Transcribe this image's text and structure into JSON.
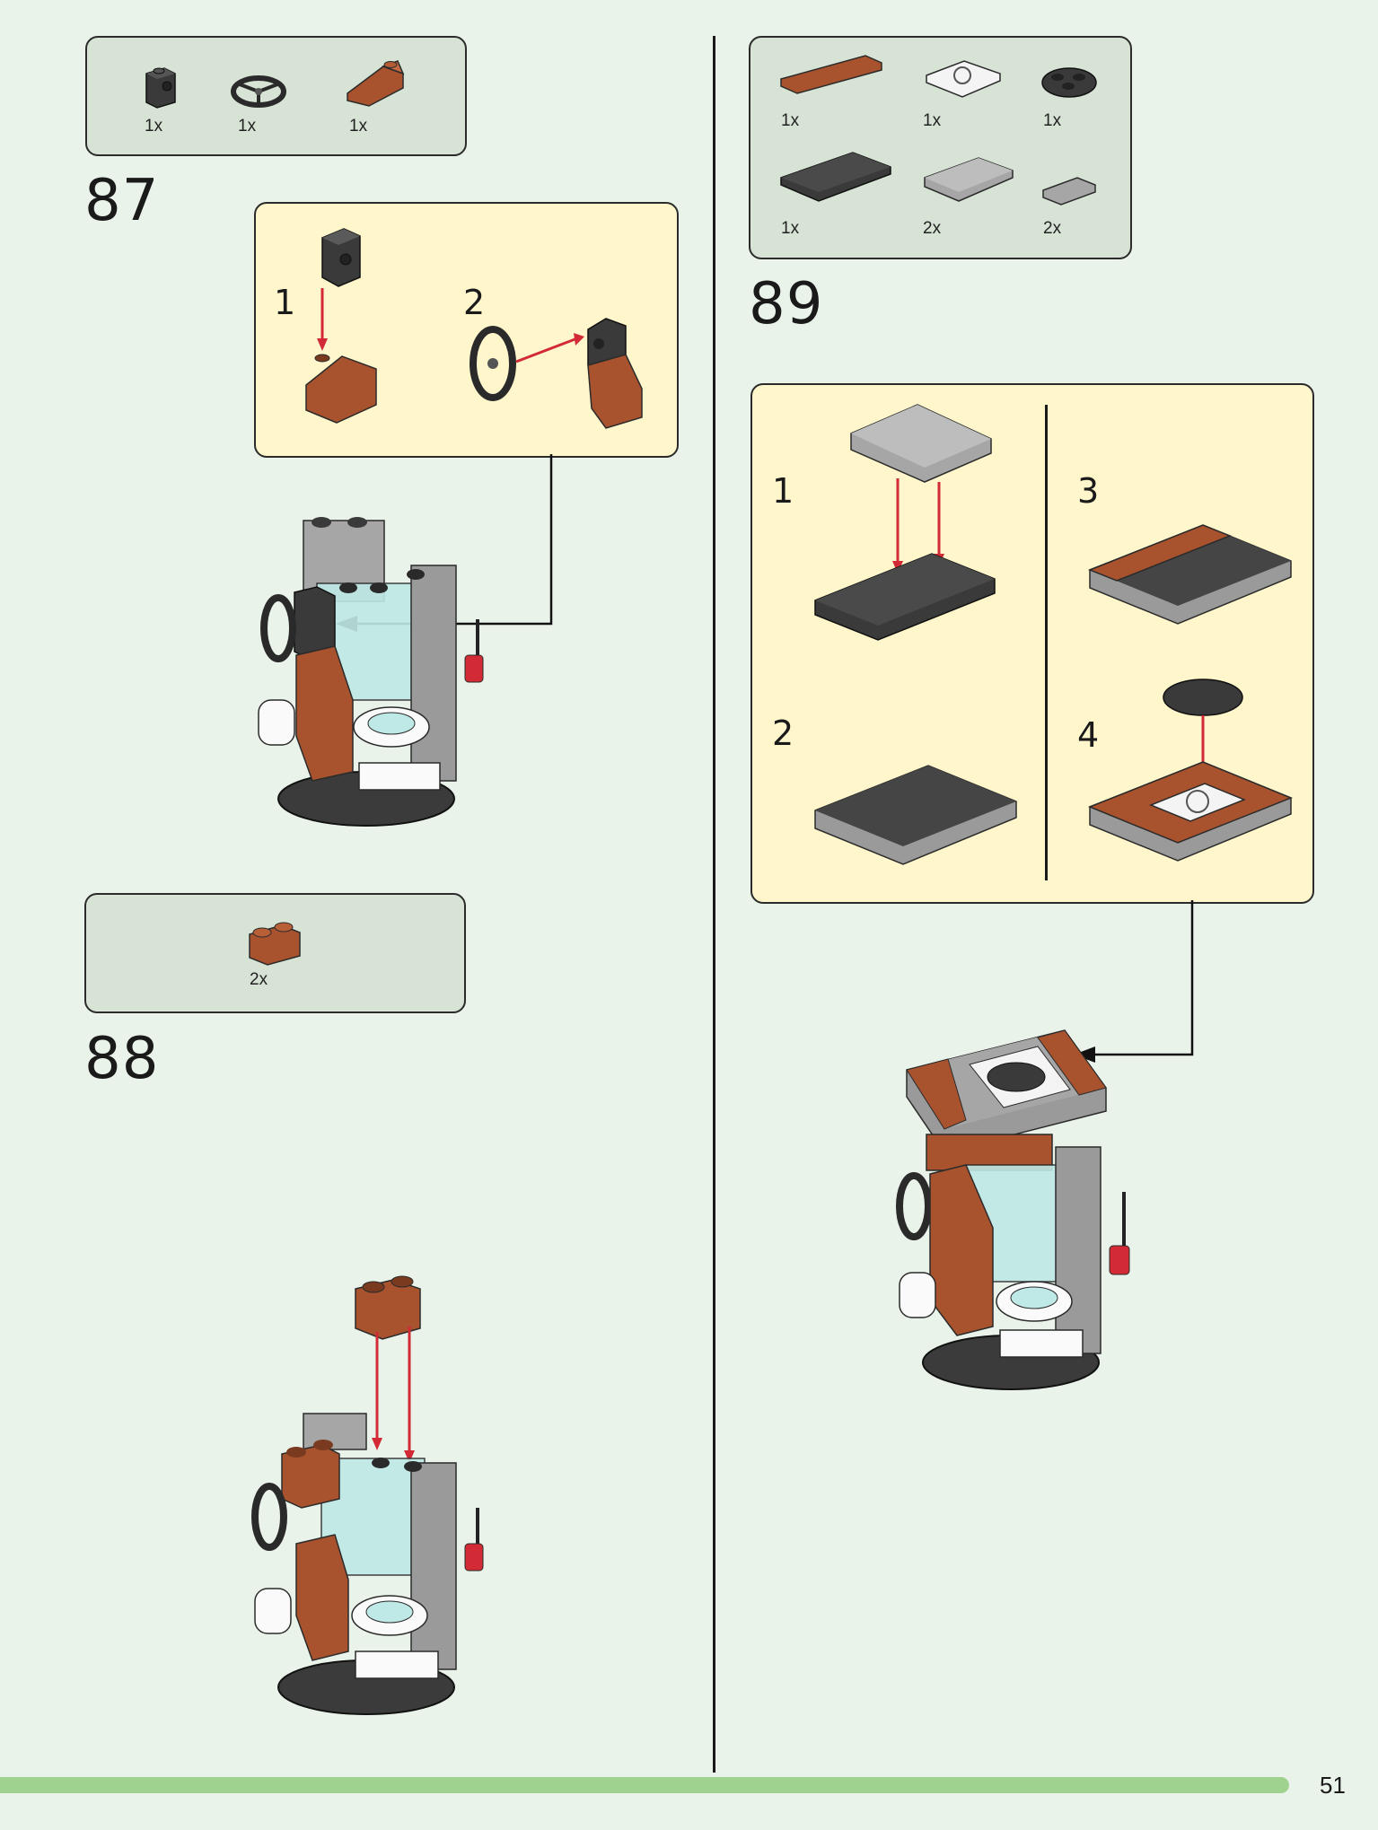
{
  "page_number": "51",
  "steps": [
    {
      "number": "87",
      "parts": [
        {
          "qty": "1x",
          "icon": "black-bracket-brick-icon"
        },
        {
          "qty": "1x",
          "icon": "steering-wheel-icon"
        },
        {
          "qty": "1x",
          "icon": "reddish-brown-slope-icon"
        }
      ],
      "sub_steps": [
        "1",
        "2"
      ]
    },
    {
      "number": "88",
      "parts": [
        {
          "qty": "2x",
          "icon": "reddish-brown-round-brick-1x2-icon"
        }
      ]
    },
    {
      "number": "89",
      "parts": [
        {
          "qty": "1x",
          "icon": "reddish-brown-tile-1x4-icon"
        },
        {
          "qty": "1x",
          "icon": "white-printed-tile-icon"
        },
        {
          "qty": "1x",
          "icon": "black-round-plate-icon"
        },
        {
          "qty": "1x",
          "icon": "black-plate-2x4-icon"
        },
        {
          "qty": "2x",
          "icon": "gray-plate-2x3-icon"
        },
        {
          "qty": "2x",
          "icon": "gray-tile-1x2-icon"
        }
      ],
      "sub_steps": [
        "1",
        "2",
        "3",
        "4"
      ]
    }
  ],
  "colors": {
    "background": "#eaf3ea",
    "parts_box": "#d7e4d5",
    "callout": "#fff6cc",
    "reddish_brown": "#a8532e",
    "dark_gray": "#3a3a3a",
    "light_gray": "#a6a6a6",
    "trans_light_blue": "#bfe9e6",
    "arrow_red": "#d22b36",
    "page_bar": "#9fd28f"
  }
}
